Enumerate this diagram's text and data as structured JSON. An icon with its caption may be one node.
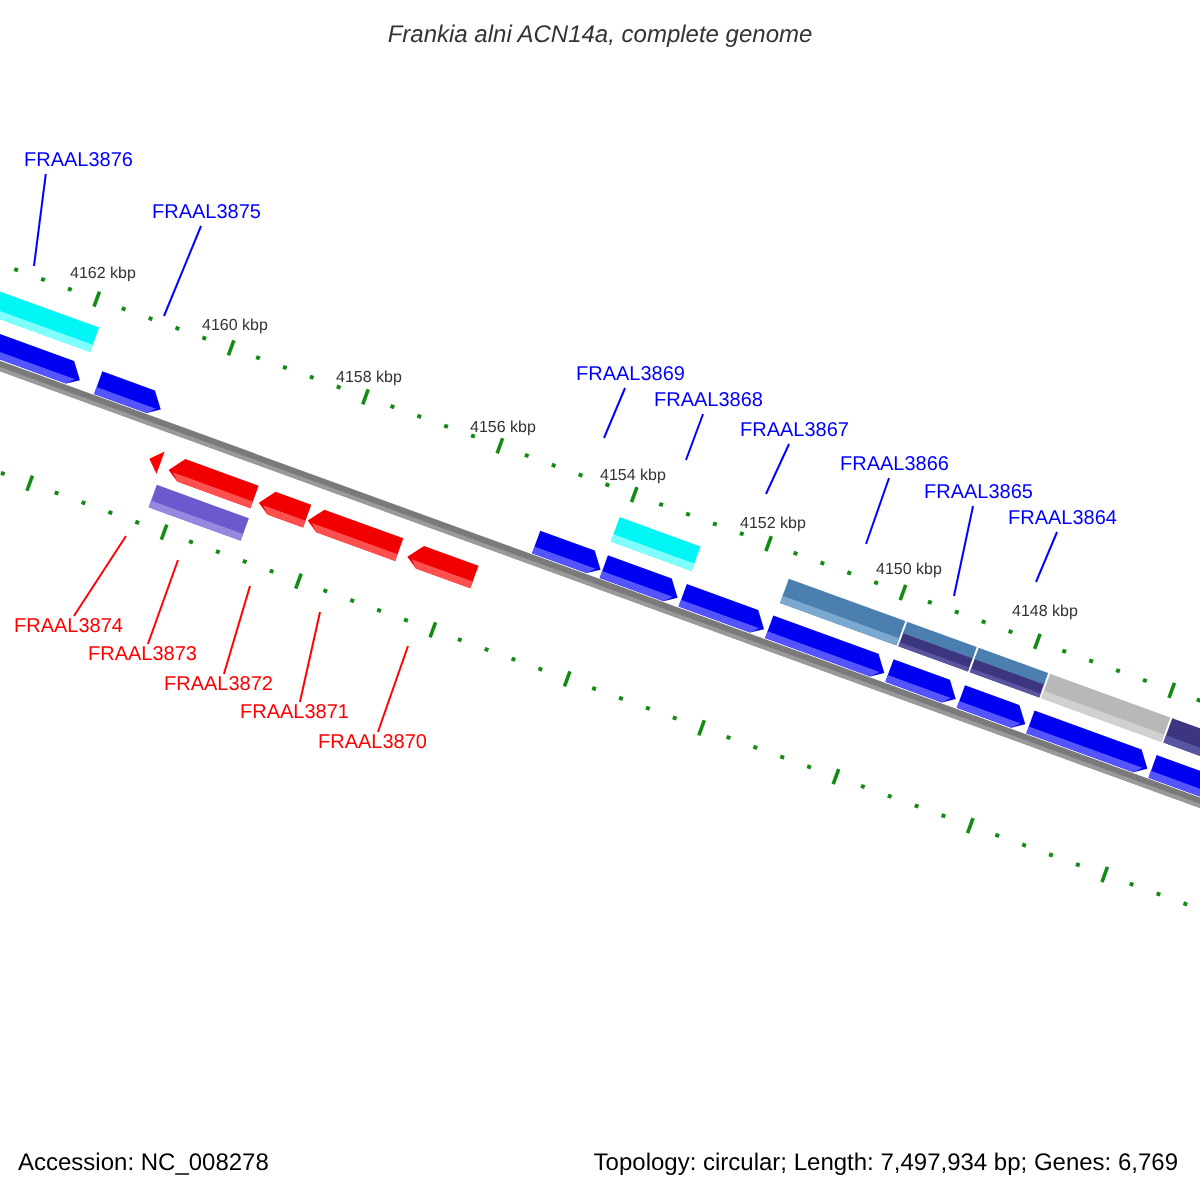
{
  "diagram": {
    "title": "Frankia alni ACN14a, complete genome",
    "nodes": [
      {
        "text": [
          "FRAAL3876"
        ]
      },
      {
        "text": [
          "FRAAL3875"
        ]
      },
      {
        "text": [
          "FRAAL3869"
        ]
      },
      {
        "text": [
          "FRAAL3868"
        ]
      },
      {
        "text": [
          "FRAAL3867"
        ]
      },
      {
        "text": [
          "FRAAL3866"
        ]
      },
      {
        "text": [
          "FRAAL3865"
        ]
      },
      {
        "text": [
          "FRAAL3864"
        ]
      },
      {
        "text": [
          "FRAAL3874"
        ]
      },
      {
        "text": [
          "FRAAL3873"
        ]
      },
      {
        "text": [
          "FRAAL3872"
        ]
      },
      {
        "text": [
          "FRAAL3871"
        ]
      },
      {
        "text": [
          "FRAAL3870"
        ]
      }
    ],
    "edges": [
      {
        "from": 0,
        "to": null,
        "arrow": "none"
      },
      {
        "from": 1,
        "to": null,
        "arrow": "none"
      },
      {
        "from": 2,
        "to": null,
        "arrow": "none"
      },
      {
        "from": 3,
        "to": null,
        "arrow": "none"
      },
      {
        "from": 4,
        "to": null,
        "arrow": "none"
      },
      {
        "from": 5,
        "to": null,
        "arrow": "none"
      },
      {
        "from": 6,
        "to": null,
        "arrow": "none"
      },
      {
        "from": 7,
        "to": null,
        "arrow": "none"
      },
      {
        "from": 8,
        "to": null,
        "arrow": "none",
        "color": "#ff0000"
      },
      {
        "from": 9,
        "to": null,
        "arrow": "none",
        "color": "#ff0000"
      },
      {
        "from": 10,
        "to": null,
        "arrow": "none",
        "color": "#ff0000"
      },
      {
        "from": 11,
        "to": null,
        "arrow": "none",
        "color": "#ff0000"
      },
      {
        "from": 12,
        "to": null,
        "arrow": "none",
        "color": "#ff0000"
      }
    ],
    "labels": [
      "4162 kbp",
      "4160 kbp",
      "4158 kbp",
      "4156 kbp",
      "4154 kbp",
      "4152 kbp",
      "4150 kbp",
      "4148 kbp",
      "Accession: NC_008278",
      "Topology: circular; Length: 7,497,934 bp; Genes: 6,769"
    ]
  }
}
